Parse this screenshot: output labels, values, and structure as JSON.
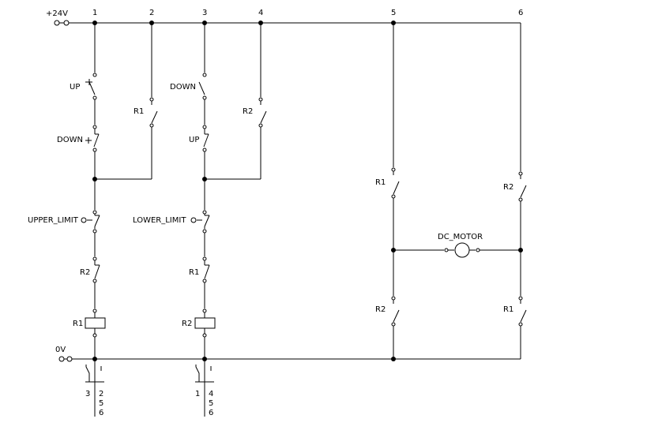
{
  "rails": {
    "supply_label": "+24V",
    "ground_label": "0V"
  },
  "columns": [
    "1",
    "2",
    "3",
    "4",
    "5",
    "6"
  ],
  "contacts": {
    "up_1": "UP",
    "down_1": "DOWN",
    "r1_hold": "R1",
    "down_2": "DOWN",
    "up_2": "UP",
    "r2_hold": "R2",
    "upper_limit": "UPPER_LIMIT",
    "lower_limit": "LOWER_LIMIT",
    "r2_interlock": "R2",
    "r1_interlock": "R1",
    "r1_motor_top": "R1",
    "r2_motor_top": "R2",
    "r2_motor_bottom": "R2",
    "r1_motor_bottom": "R1"
  },
  "coils": {
    "coil_1": "R1",
    "coil_2": "R2"
  },
  "motor": {
    "label": "DC_MOTOR"
  },
  "cross_refs": [
    {
      "left": "3",
      "right": [
        "2",
        "5",
        "6"
      ]
    },
    {
      "left": "1",
      "right": [
        "4",
        "5",
        "6"
      ]
    }
  ]
}
